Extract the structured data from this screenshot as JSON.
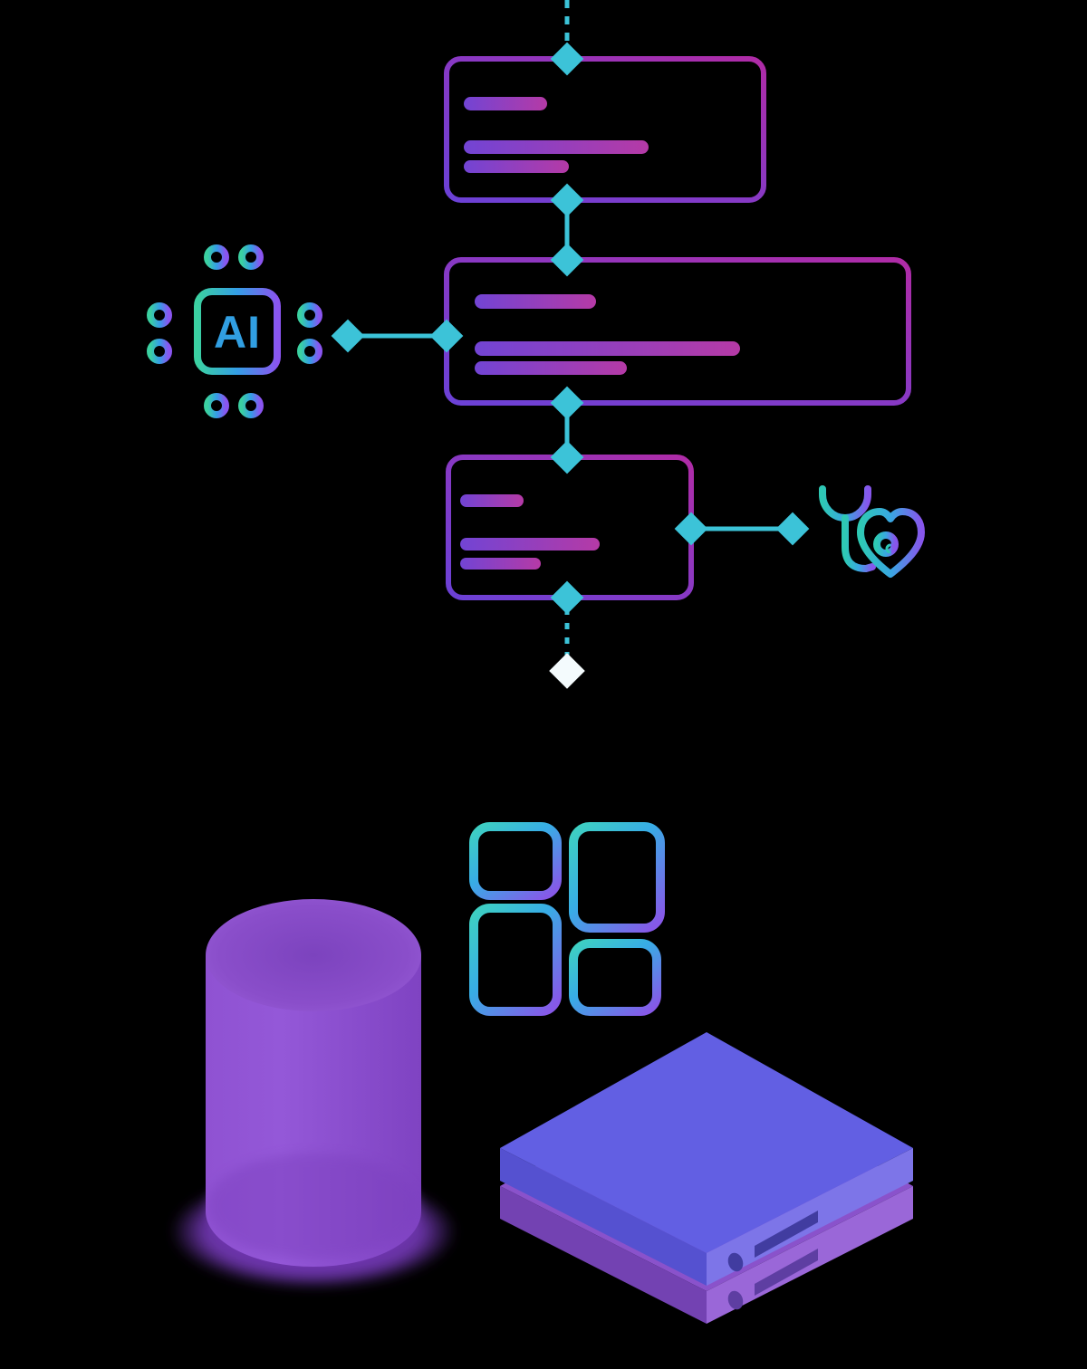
{
  "page": {
    "background": "#000000"
  },
  "illustration": {
    "ai_chip": {
      "label": "AI"
    },
    "flowchart": {
      "nodes": [
        {
          "id": "step-1",
          "placeholder_lines": 3
        },
        {
          "id": "step-2",
          "placeholder_lines": 3
        },
        {
          "id": "step-3",
          "placeholder_lines": 3
        }
      ]
    },
    "icons": [
      "ai-chip-icon",
      "stethoscope-heart-icon",
      "grid-icon"
    ],
    "objects": [
      "database-cylinder",
      "server-stack"
    ],
    "palette": {
      "teal": "#3CC3D8",
      "white_diamond": "#F4FBFD",
      "violet": "#6B41D6",
      "magenta": "#B02BA6",
      "bar_violet": "#7244D4",
      "bar_magenta": "#B53AA6",
      "icon_green": "#3BD1A1",
      "icon_blue": "#349EE6",
      "icon_purple": "#8A55F0",
      "med_teal": "#2EC9B4",
      "med_purple": "#8756EC",
      "grid_teal": "#3ED2C0",
      "grid_purple": "#8659E8",
      "cylinder_body": "#8A4ECA",
      "cylinder_top_dark": "#7C43BE",
      "cylinder_top_light": "#9C62DC",
      "cylinder_shadow": "#7B3CC2",
      "server_top_blue": "#625FE3",
      "server_left_blue": "#5551D0",
      "server_right_blue": "#7D75E8",
      "server_slot_blue": "#413CA0",
      "server_top_purple": "#8A52CB",
      "server_left_purple": "#7342B2",
      "server_right_purple": "#9A67D8",
      "server_slot_purple": "#5E3EA2",
      "ai_text_blue": "#319FE2"
    }
  }
}
